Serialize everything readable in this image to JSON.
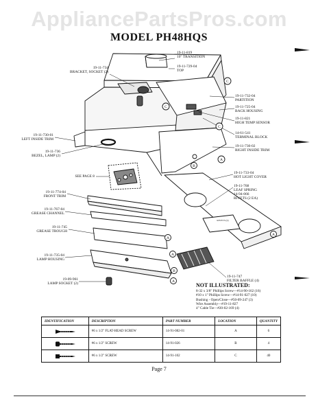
{
  "watermark": "AppliancePartsPros.com",
  "title": "MODEL PH48HQS",
  "labels": {
    "transition": [
      "19-11-819",
      "10\" TRANSITION"
    ],
    "top": [
      "19-11-729-04",
      "TOP"
    ],
    "bracket_socket": [
      "19-11-734",
      "BRACKET, SOCKET (2)"
    ],
    "partition": [
      "19-11-732-04",
      "PARTITION"
    ],
    "back_housing": [
      "19-11-725-04",
      "BACK HOUSING"
    ],
    "high_temp_sensor": [
      "19-11-821",
      "HIGH TEMP SENSOR"
    ],
    "terminal_block": [
      "14-61-541",
      "TERMINAL BLOCK"
    ],
    "right_inside_trim": [
      "19-11-730-02",
      "RIGHT INSIDE TRIM"
    ],
    "left_inside_trim": [
      "19-11-730-01",
      "LEFT INSIDE TRIM"
    ],
    "bezel_lamp": [
      "19-11-736",
      "BEZEL, LAMP (2)"
    ],
    "see_page": [
      "SEE PAGE 8"
    ],
    "hot_light_cover": [
      "19-11-733-04",
      "HOT LIGHT COVER"
    ],
    "leaf_spring": [
      "19-11-768",
      "LEAF SPRING",
      "14-94-066",
      "RIVETS (2 EA)"
    ],
    "front_trim": [
      "19-11-774-04",
      "FRONT TRIM"
    ],
    "grease_channel": [
      "19-11-767-04",
      "GREASE CHANNEL"
    ],
    "grease_trough": [
      "19-11-745",
      "GREASE TROUGH"
    ],
    "lamp_housing": [
      "19-11-735-04",
      "LAMP HOUSING"
    ],
    "filter_baffle": [
      "19-11-747",
      "FILTER BAFFLE (4)"
    ],
    "lamp_socket": [
      "19-09-961",
      "LAMP SOCKET (2)"
    ],
    "rivets_inset": "RIVETS (2)"
  },
  "callouts": [
    "A",
    "B",
    "C"
  ],
  "not_illustrated": {
    "heading": "NOT ILLUSTRATED:",
    "items": [
      "8-32 x 3/8\" Phillips Screw—#14-90-162 (16)",
      "#10 x 1\" Phillips Screw—#14-91-027 (10)",
      "Bushing - Open/Close—#50-09-247 (3)",
      "Wire Assembly—#19-11-827",
      "4\" Cable Tie—#20-02-169 (4)"
    ]
  },
  "parts_table": {
    "headers": [
      "IDENTIFICATION",
      "DESCRIPTION",
      "PART NUMBER",
      "LOCATION",
      "QUANTITY"
    ],
    "rows": [
      {
        "description": "#6 x 1/2\" FLAT-HEAD SCREW",
        "part_number": "14-91-082-01",
        "location": "A",
        "quantity": "6"
      },
      {
        "description": "#6 x 1/2\" SCREW",
        "part_number": "14-91-026",
        "location": "B",
        "quantity": "4"
      },
      {
        "description": "#6 x 1/2\" SCREW",
        "part_number": "14-91-102",
        "location": "C",
        "quantity": "40"
      }
    ]
  },
  "page": "Page 7"
}
